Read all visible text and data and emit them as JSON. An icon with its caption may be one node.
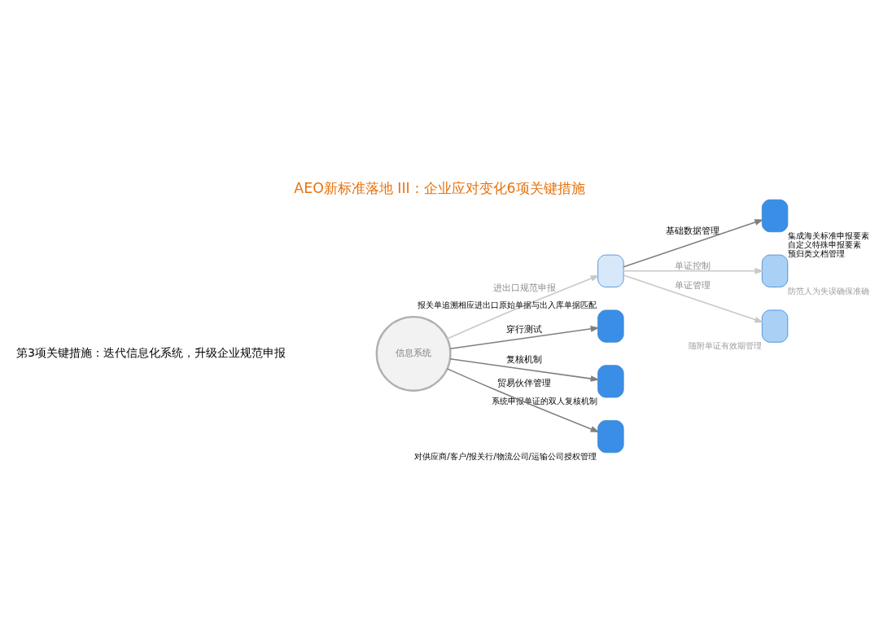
{
  "diagram": {
    "title": "AEO新标准落地 III：企业应对变化6项关键措施",
    "nodes": [
      {
        "text": [
          "信息系统"
        ]
      },
      {
        "text": [],
        "shape": "box"
      },
      {
        "text": [],
        "shape": "box",
        "beside": [
          "集成海关标准申报要素",
          "自定义特殊申报要素",
          "预归类文档管理"
        ]
      },
      {
        "text": [],
        "shape": "box",
        "beside": [
          "防范人为失误确保准确"
        ]
      },
      {
        "text": [],
        "shape": "box",
        "beside": [
          "随附单证有效期管理"
        ]
      },
      {
        "text": [],
        "shape": "box",
        "beside": [
          "报关单追溯相应进出口原始单据与出入库单据匹配"
        ]
      },
      {
        "text": [],
        "shape": "box",
        "beside": [
          "系统申报单证的双人复核机制"
        ]
      },
      {
        "text": [],
        "shape": "box",
        "beside": [
          "对供应商/客户/报关行/物流公司/运输公司授权管理"
        ]
      }
    ],
    "edges": [
      {
        "from": 0,
        "to": 1,
        "arrow": "to",
        "label": "进出口规范申报",
        "color": "#c8c8c8"
      },
      {
        "from": 1,
        "to": 2,
        "arrow": "to",
        "label": "基础数据管理"
      },
      {
        "from": 1,
        "to": 3,
        "arrow": "to",
        "label": "单证控制",
        "color": "#c8c8c8"
      },
      {
        "from": 1,
        "to": 4,
        "arrow": "to",
        "label": "单证管理",
        "color": "#c8c8c8"
      },
      {
        "from": 0,
        "to": 5,
        "arrow": "to",
        "label": "穿行测试"
      },
      {
        "from": 0,
        "to": 6,
        "arrow": "to",
        "label": "复核机制"
      },
      {
        "from": 0,
        "to": 7,
        "arrow": "to",
        "label": "贸易伙伴管理"
      }
    ],
    "labels": [
      "第3项关键措施：迭代信息化系统，升级企业规范申报"
    ]
  }
}
